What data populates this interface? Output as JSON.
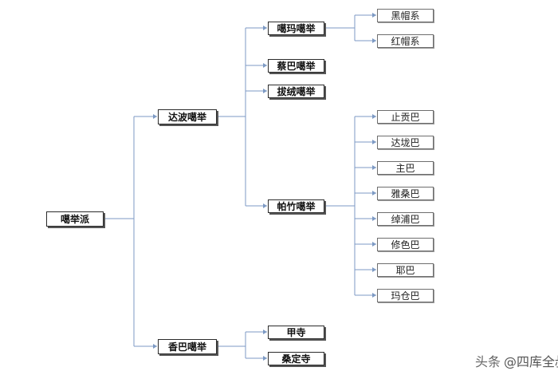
{
  "diagram": {
    "root": "噶举派",
    "branches": [
      {
        "label": "达波噶举",
        "children": [
          {
            "label": "噶玛噶举",
            "children": [
              "黑帽系",
              "红帽系"
            ]
          },
          {
            "label": "蔡巴噶举"
          },
          {
            "label": "拔绒噶举"
          },
          {
            "label": "帕竹噶举",
            "children": [
              "止贡巴",
              "达垅巴",
              "主巴",
              "雅桑巴",
              "绰浦巴",
              "修色巴",
              "耶巴",
              "玛仓巴"
            ]
          }
        ]
      },
      {
        "label": "香巴噶举",
        "children": [
          {
            "label": "甲寺"
          },
          {
            "label": "桑定寺"
          }
        ]
      }
    ],
    "colors": {
      "connector": "#7d9ac4",
      "border": "#2b2b2b"
    }
  },
  "watermark": {
    "source": "头条",
    "author": "@四库全叔"
  }
}
